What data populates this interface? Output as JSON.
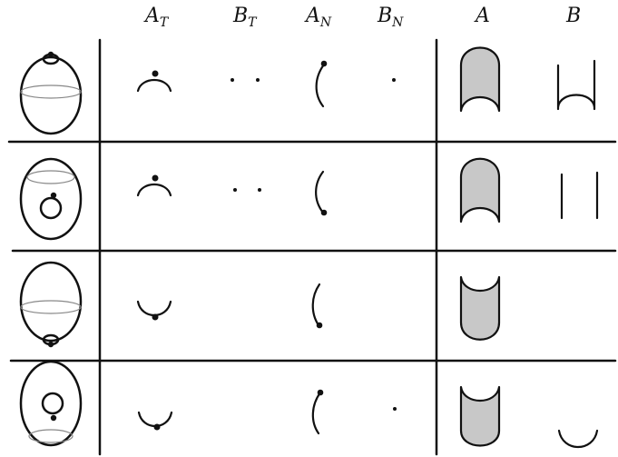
{
  "headers": {
    "at": {
      "main": "A",
      "sub": "T"
    },
    "bt": {
      "main": "B",
      "sub": "T"
    },
    "an": {
      "main": "A",
      "sub": "N"
    },
    "bn": {
      "main": "B",
      "sub": "N"
    },
    "a": {
      "main": "A"
    },
    "b": {
      "main": "B"
    }
  },
  "colors": {
    "ink": "#111111",
    "shaded": "#c8c8c8",
    "equator": "#888888"
  },
  "rows": [
    {
      "id": "row-1",
      "tube": "cap-down",
      "b_shape": "cup",
      "a_t": "cap",
      "a_n": "curve-dot-top",
      "b_t": "two-dots",
      "b_n": "dot"
    },
    {
      "id": "row-2",
      "tube": "cap-down",
      "b_shape": "two-lines",
      "a_t": "cap",
      "a_n": "curve-dot-bottom",
      "b_t": "two-dots",
      "b_n": "none"
    },
    {
      "id": "row-3",
      "tube": "cap-up",
      "b_shape": "none",
      "a_t": "cup",
      "a_n": "curve-dot-bottom",
      "b_t": "none",
      "b_n": "none"
    },
    {
      "id": "row-4",
      "tube": "cap-up",
      "b_shape": "small-cup",
      "a_t": "cup",
      "a_n": "curve-dot-top",
      "b_t": "none",
      "b_n": "dot"
    }
  ]
}
